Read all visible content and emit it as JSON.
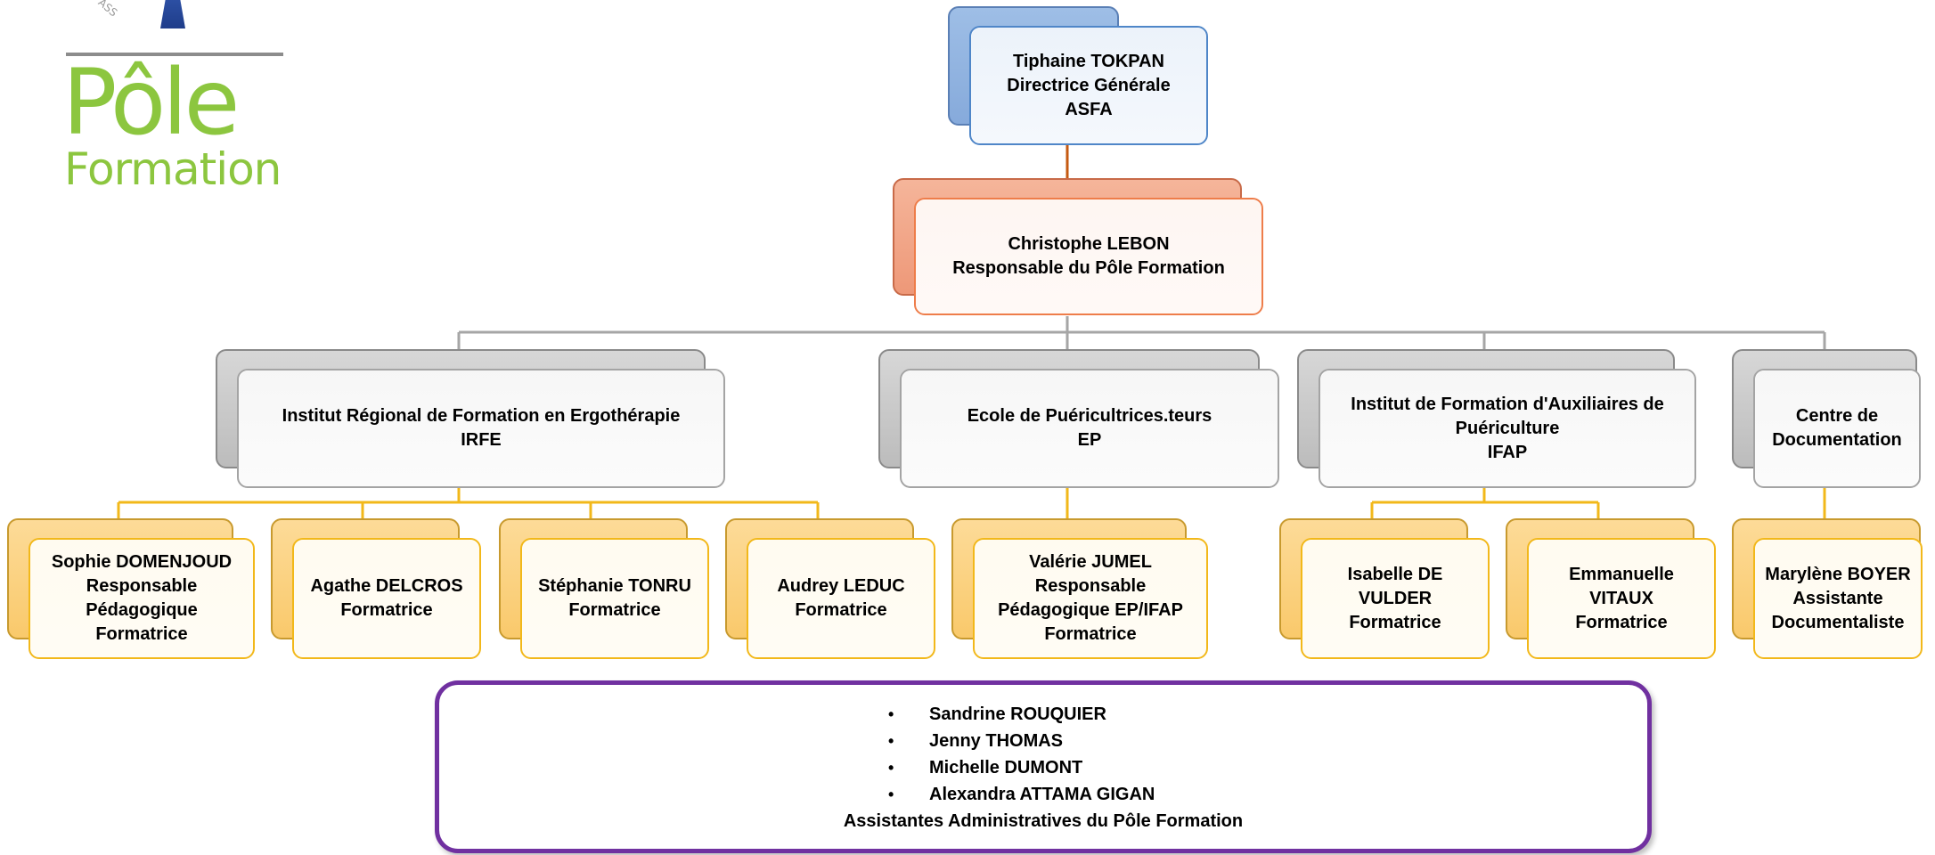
{
  "logo": {
    "line1": "Pôle",
    "line2": "Formation",
    "fragment": "ASS",
    "color": "#8cc63f"
  },
  "director": {
    "name": "Tiphaine TOKPAN",
    "role": "Directrice Générale",
    "org": "ASFA"
  },
  "manager": {
    "name": "Christophe LEBON",
    "role": "Responsable du Pôle Formation"
  },
  "departments": [
    {
      "title": "Institut Régional de Formation en Ergothérapie",
      "code": "IRFE",
      "staff": [
        {
          "lines": [
            "Sophie DOMENJOUD",
            "Responsable",
            "Pédagogique",
            "Formatrice"
          ]
        },
        {
          "lines": [
            "Agathe DELCROS",
            "Formatrice"
          ]
        },
        {
          "lines": [
            "Stéphanie TONRU",
            "Formatrice"
          ]
        },
        {
          "lines": [
            "Audrey LEDUC",
            "Formatrice"
          ]
        }
      ]
    },
    {
      "title": "Ecole de Puéricultrices.teurs",
      "code": "EP",
      "staff": [
        {
          "lines": [
            "Valérie JUMEL",
            "Responsable",
            "Pédagogique EP/IFAP",
            "Formatrice"
          ]
        }
      ]
    },
    {
      "title": "Institut de Formation d'Auxiliaires de",
      "title2": "Puériculture",
      "code": "IFAP",
      "staff": [
        {
          "lines": [
            "Isabelle DE",
            "VULDER",
            "Formatrice"
          ]
        },
        {
          "lines": [
            "Emmanuelle",
            "VITAUX",
            "Formatrice"
          ]
        }
      ]
    },
    {
      "title": "Centre de",
      "code": "Documentation",
      "staff": [
        {
          "lines": [
            "Marylène BOYER",
            "Assistante",
            "Documentaliste"
          ]
        }
      ]
    }
  ],
  "admin": {
    "names": [
      "Sandrine ROUQUIER",
      "Jenny THOMAS",
      "Michelle DUMONT",
      "Alexandra ATTAMA GIGAN"
    ],
    "caption": "Assistantes Administratives du Pôle Formation",
    "bullet": "•",
    "border_color": "#7030a0"
  },
  "colors": {
    "director": "#4f86c8",
    "manager": "#ee7d4a",
    "department": "#a4a4a4",
    "staff": "#f2b81a",
    "connector_grey": "#a6a6a6",
    "connector_gold": "#f2b81a",
    "connector_orange": "#c55a11"
  }
}
